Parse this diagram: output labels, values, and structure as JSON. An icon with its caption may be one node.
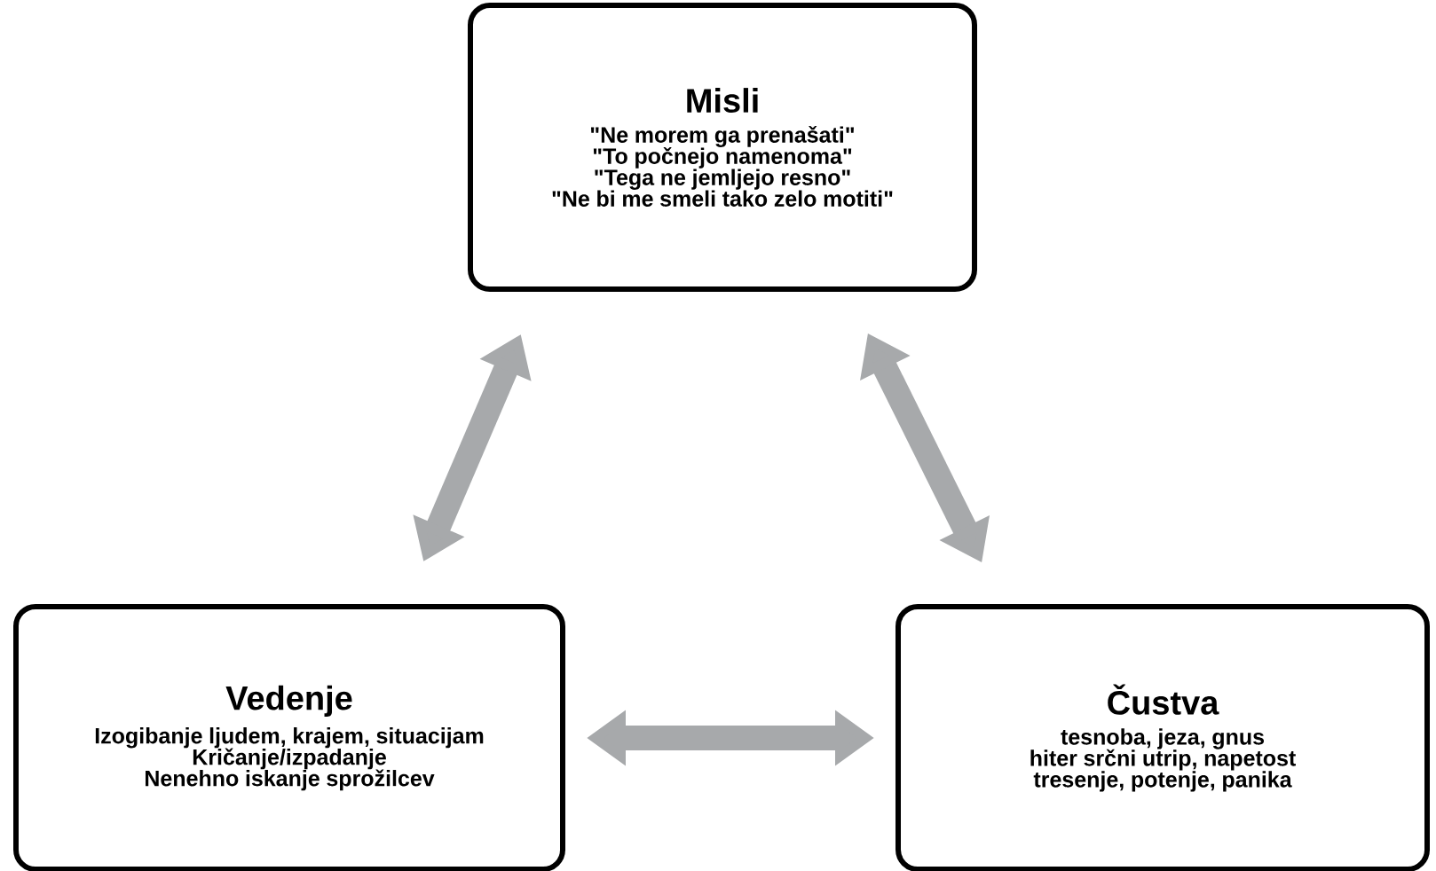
{
  "diagram": {
    "nodes": [
      {
        "text": [
          "Misli",
          "\"Ne morem ga prenašati\"",
          "\"To počnejo namenoma\"",
          "\"Tega ne jemljejo resno\"",
          "\"Ne bi me smeli tako zelo motiti\""
        ]
      },
      {
        "text": [
          "Vedenje",
          "Izogibanje ljudem, krajem, situacijam",
          "Kričanje/izpadanje",
          "Nenehno iskanje sprožilcev"
        ]
      },
      {
        "text": [
          "Čustva",
          "tesnoba, jeza, gnus",
          "hiter srčni utrip, napetost",
          "tresenje, potenje, panika"
        ]
      }
    ],
    "edges": [
      {
        "from": 0,
        "to": 1,
        "arrow": "both"
      },
      {
        "from": 0,
        "to": 2,
        "arrow": "both"
      },
      {
        "from": 1,
        "to": 2,
        "arrow": "both"
      }
    ]
  }
}
